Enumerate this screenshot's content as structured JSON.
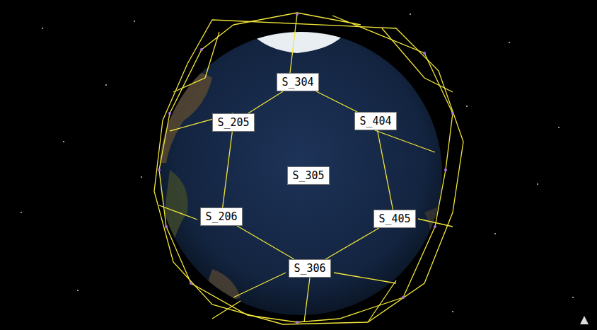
{
  "diagram": {
    "nodes": [
      {
        "text": [
          "S_304"
        ]
      },
      {
        "text": [
          "S_205"
        ]
      },
      {
        "text": [
          "S_404"
        ]
      },
      {
        "text": [
          "S_305"
        ]
      },
      {
        "text": [
          "S_206"
        ]
      },
      {
        "text": [
          "S_405"
        ]
      },
      {
        "text": [
          "S_306"
        ]
      }
    ],
    "edges": [
      {
        "from": 0,
        "to": 1,
        "arrow": "none"
      },
      {
        "from": 0,
        "to": 2,
        "arrow": "none"
      },
      {
        "from": 1,
        "to": 4,
        "arrow": "none"
      },
      {
        "from": 2,
        "to": 5,
        "arrow": "none"
      },
      {
        "from": 4,
        "to": 6,
        "arrow": "none"
      },
      {
        "from": 5,
        "to": 6,
        "arrow": "none"
      }
    ]
  }
}
